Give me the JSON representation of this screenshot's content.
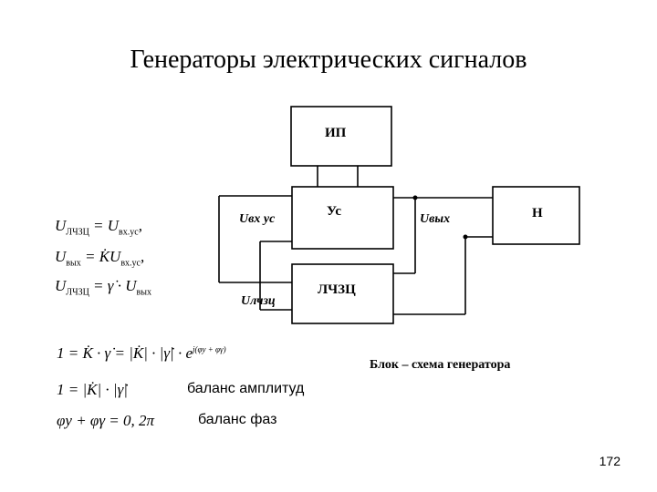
{
  "title": "Генераторы электрических сигналов",
  "blocks": {
    "power": "ИП",
    "amplifier": "Ус",
    "load": "Н",
    "feedback": "ЛЧЗЦ"
  },
  "signals": {
    "uin": "Uвх ус",
    "uout": "Uвых",
    "ufb": "Uлчзц"
  },
  "formulas": {
    "f1_lhs": "U",
    "f1_lhs_sub": "ЛЧЗЦ",
    "f1_rhs": "= U",
    "f1_rhs_sub": "вх.ус",
    "f1_tail": ",",
    "f2_lhs": "U",
    "f2_lhs_sub": "вых",
    "f2_rhs": "= K̇U",
    "f2_rhs_sub": "вх.ус",
    "f2_tail": ",",
    "f3_lhs": "U",
    "f3_lhs_sub": "ЛЧЗЦ",
    "f3_rhs": "= γ̇ · U",
    "f3_rhs_sub": "вых",
    "balance_eq": "1 = K̇ · γ̇ = |K̇| · |γ̇| · e",
    "balance_exp": "j(φу + φγ)",
    "amp_eq": "1 = |K̇| · |γ̇|",
    "phase_eq": "φу + φγ = 0, 2π"
  },
  "conditions": {
    "amplitude": "баланс амплитуд",
    "phase": "баланс фаз"
  },
  "caption": "Блок – схема генератора",
  "page_number": "172"
}
